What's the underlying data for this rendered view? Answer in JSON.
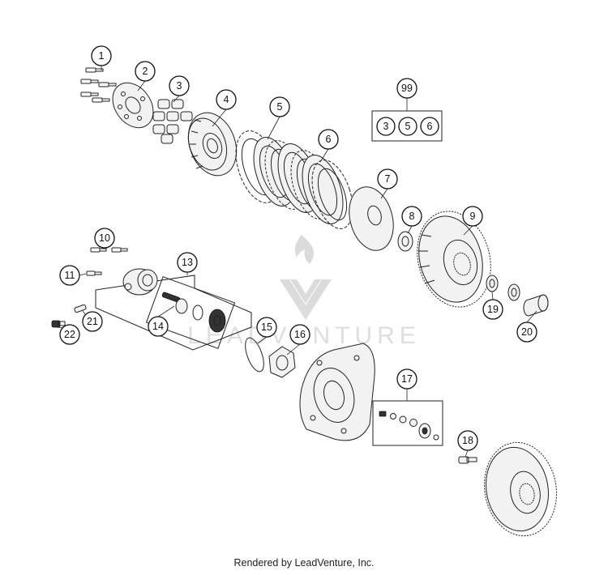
{
  "diagram": {
    "callouts": [
      "1",
      "2",
      "3",
      "4",
      "5",
      "6",
      "7",
      "8",
      "9",
      "10",
      "11",
      "13",
      "14",
      "15",
      "16",
      "17",
      "18",
      "19",
      "20",
      "21",
      "22",
      "99"
    ],
    "kit_99_contents": [
      "3",
      "5",
      "6"
    ],
    "watermark_text": "LEADVENTURE",
    "footer": "Rendered by LeadVenture, Inc."
  }
}
